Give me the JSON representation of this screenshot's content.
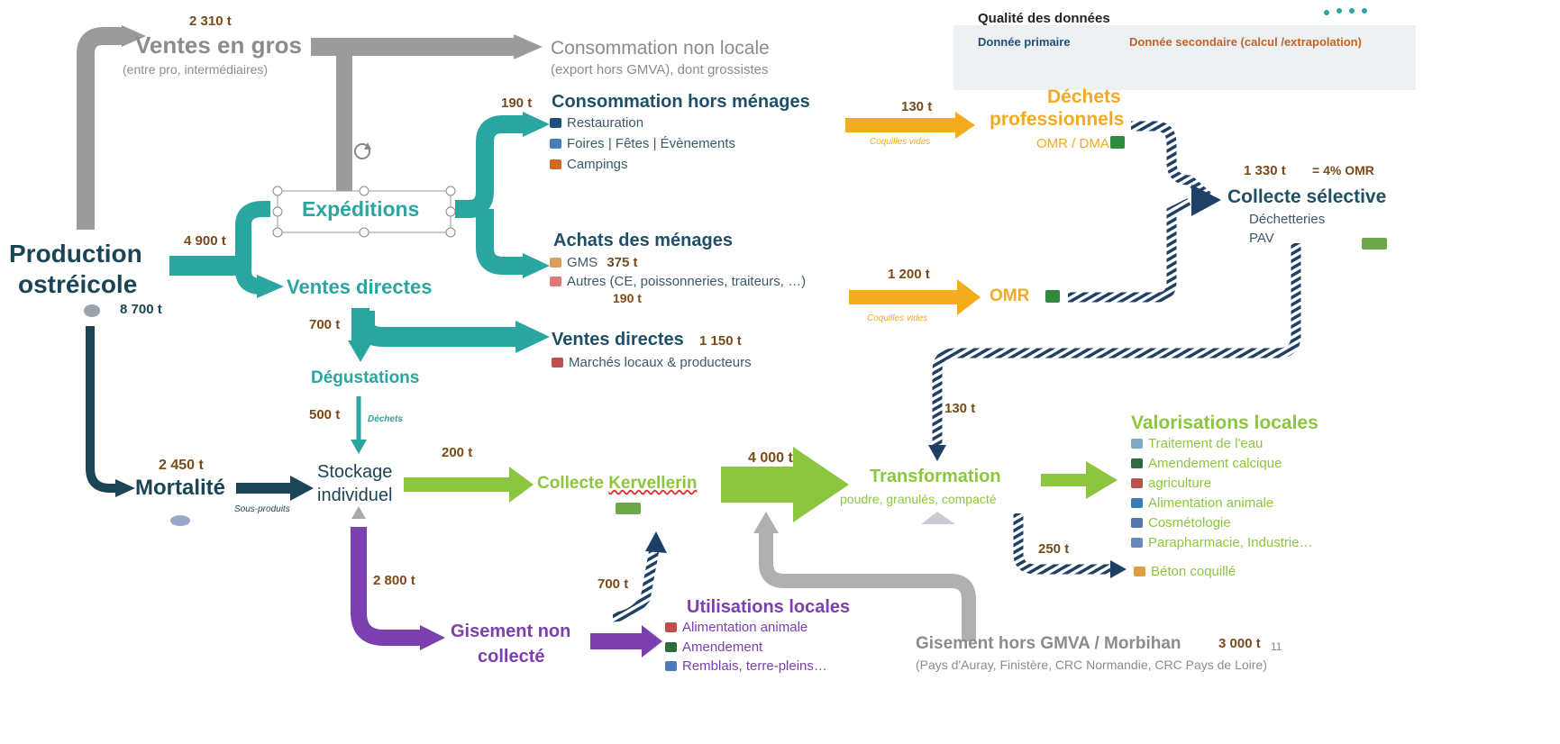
{
  "legend": {
    "title": "Qualité des données",
    "primary": "Donnée primaire",
    "secondary": "Donnée secondaire (calcul /extrapolation)"
  },
  "colors": {
    "gray": "#9b9b9b",
    "teal": "#2aa5a0",
    "navy": "#1b4555",
    "orange": "#f4ac1c",
    "green": "#8cc63f",
    "purple": "#7b3fb0",
    "brown": "#7a4a18"
  },
  "production": {
    "title_line1": "Production",
    "title_line2": "ostréicole",
    "total": "8 700 t",
    "icon": "oyster-icon"
  },
  "ventes_gros": {
    "label": "Ventes en gros",
    "sub": "(entre pro, intermédiaires)",
    "qty": "2 310 t"
  },
  "conso_non_locale": {
    "label": "Consommation non locale",
    "sub": "(export hors GMVA), dont grossistes"
  },
  "expeditions": {
    "label": "Expéditions",
    "flow_qty": "4 900 t"
  },
  "conso_hors_menages": {
    "qty": "190 t",
    "title": "Consommation hors ménages",
    "items": [
      {
        "label": "Restauration",
        "icon": "restaurant-icon"
      },
      {
        "label": "Foires | Fêtes | Évènements",
        "icon": "fair-icon"
      },
      {
        "label": "Campings",
        "icon": "tent-icon"
      }
    ]
  },
  "achats_menages": {
    "title": "Achats des ménages",
    "gms_label": "GMS",
    "gms_qty": "375 t",
    "autres_label": "Autres (CE, poissonneries, traiteurs, …)",
    "autres_qty": "190 t"
  },
  "ventes_directes": {
    "label": "Ventes directes",
    "flow_qty": "700 t"
  },
  "ventes_directes_right": {
    "label": "Ventes directes",
    "qty": "1 150 t",
    "sub": "Marchés locaux & producteurs"
  },
  "degustations": {
    "label": "Dégustations",
    "qty": "500 t",
    "note": "Déchets"
  },
  "dechets_pro": {
    "qty": "130 t",
    "note": "Coquilles vides",
    "title_line1": "Déchets",
    "title_line2": "professionnels",
    "sub": "OMR / DMA"
  },
  "omr": {
    "qty": "1 200 t",
    "note": "Coquilles vides",
    "label": "OMR"
  },
  "collecte_selective": {
    "qty": "1 330 t",
    "pct": "= 4% OMR",
    "title": "Collecte sélective",
    "items": [
      "Déchetteries",
      "PAV"
    ]
  },
  "mortalite": {
    "label": "Mortalité",
    "qty": "2 450 t",
    "note": "Sous-produits"
  },
  "stockage": {
    "line1": "Stockage",
    "line2": "individuel"
  },
  "collecte_kervellerin": {
    "prefix": "Collecte ",
    "name": "Kervellerin",
    "in_qty": "200 t",
    "back_qty": "700 t"
  },
  "transformation": {
    "label": "Transformation",
    "sub": "poudre, granulés, compacté",
    "in_qty": "4 000 t",
    "from_collecte_qty": "130 t",
    "beton_qty": "250 t"
  },
  "valorisations": {
    "title": "Valorisations locales",
    "items": [
      {
        "label": "Traitement de l'eau",
        "icon": "water-icon"
      },
      {
        "label": "Amendement calcique",
        "icon": "fertilizer-icon"
      },
      {
        "label": "agriculture",
        "icon": "farmer-icon"
      },
      {
        "label": "Alimentation animale",
        "icon": "animal-feed-icon"
      },
      {
        "label": "Cosmétologie",
        "icon": "cosmetic-icon"
      },
      {
        "label": "Parapharmacie, Industrie…",
        "icon": "pharmacy-icon"
      }
    ],
    "beton": "Béton coquillé"
  },
  "gisement_non_collecte": {
    "line1": "Gisement non",
    "line2": "collecté",
    "qty": "2 800 t"
  },
  "utilisations": {
    "title": "Utilisations locales",
    "items": [
      {
        "label": "Alimentation animale",
        "icon": "animal-feed-icon"
      },
      {
        "label": "Amendement",
        "icon": "fertilizer-icon"
      },
      {
        "label": "Remblais, terre-pleins…",
        "icon": "embankment-icon"
      }
    ]
  },
  "gisement_hors": {
    "title": "Gisement hors GMVA / Morbihan",
    "qty": "3 000 t",
    "sub": "(Pays d'Auray, Finistère, CRC Normandie, CRC Pays de Loire)"
  },
  "page_number": "11"
}
